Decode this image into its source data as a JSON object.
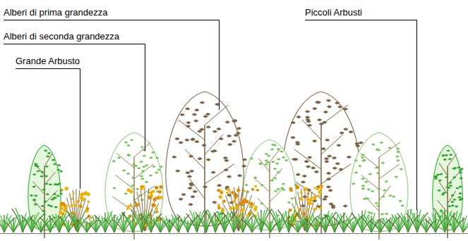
{
  "diagram": {
    "labels": [
      "Alberi di prima grandezza",
      "Alberi di seconda grandezza",
      "Grande Arbusto",
      "Piccoli Arbusti"
    ]
  }
}
